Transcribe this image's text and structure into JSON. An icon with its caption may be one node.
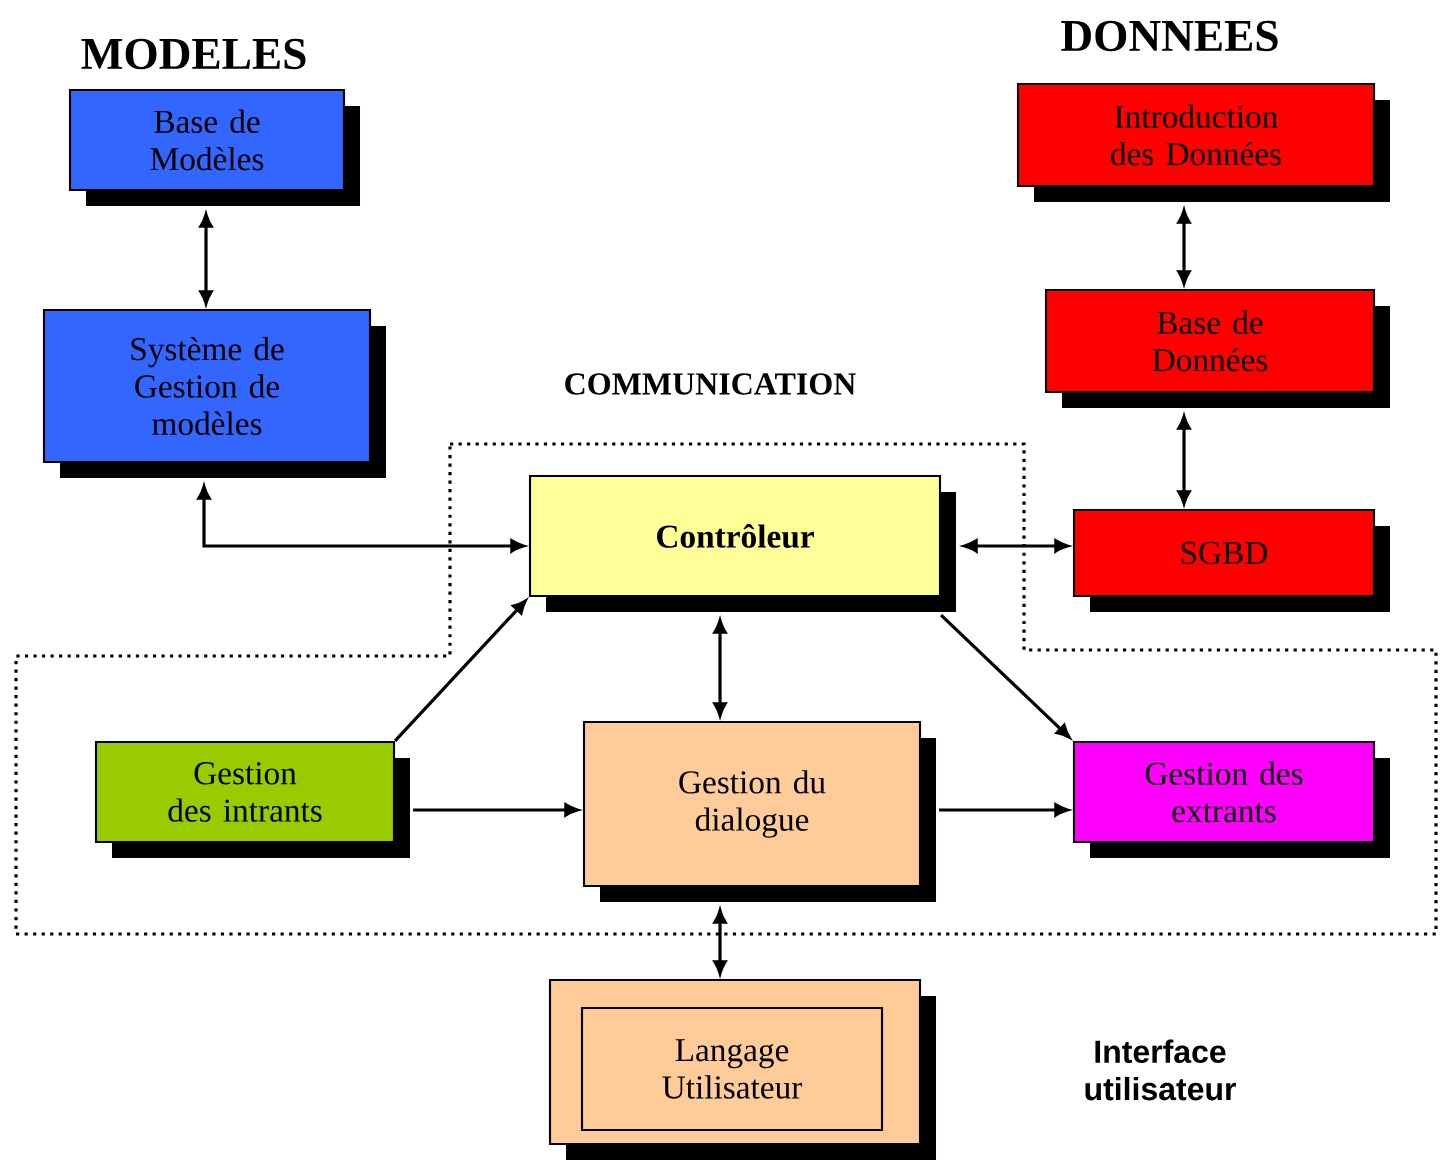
{
  "diagram": {
    "nodes": [
      {
        "text": [
          "Base de Modèles"
        ]
      },
      {
        "text": [
          "Introduction des Données"
        ]
      },
      {
        "text": [
          "Système de Gestion de modèles"
        ]
      },
      {
        "text": [
          "Base de Données"
        ]
      },
      {
        "text": [
          "COMMUNICATION"
        ]
      },
      {
        "text": [
          "Contrôleur"
        ],
        "in": 4
      },
      {
        "text": [
          "SGBD"
        ]
      },
      {
        "text": [
          "Gestion des intrants"
        ],
        "in": 4
      },
      {
        "text": [
          "Gestion du dialogue"
        ],
        "in": 4
      },
      {
        "text": [
          "Gestion des extrants"
        ],
        "in": 4
      },
      {
        "text": [],
        "shape": "box"
      },
      {
        "text": [
          "Langage Utilisateur"
        ],
        "in": 10
      }
    ],
    "edges": [
      {
        "from": 0,
        "to": 2,
        "arrow": "both"
      },
      {
        "from": 2,
        "to": 5,
        "arrow": "both"
      },
      {
        "from": 1,
        "to": 3,
        "arrow": "both"
      },
      {
        "from": 3,
        "to": 6,
        "arrow": "both"
      },
      {
        "from": 5,
        "to": 6,
        "arrow": "both"
      },
      {
        "from": 7,
        "to": 5,
        "arrow": "to"
      },
      {
        "from": 5,
        "to": 9,
        "arrow": "to"
      },
      {
        "from": 5,
        "to": 8,
        "arrow": "both"
      },
      {
        "from": 7,
        "to": 8,
        "arrow": "to"
      },
      {
        "from": 8,
        "to": 9,
        "arrow": "to"
      },
      {
        "from": 8,
        "to": 10,
        "arrow": "both"
      }
    ],
    "labels": [
      "MODELES",
      "DONNEES",
      "Interface utilisateur"
    ]
  }
}
